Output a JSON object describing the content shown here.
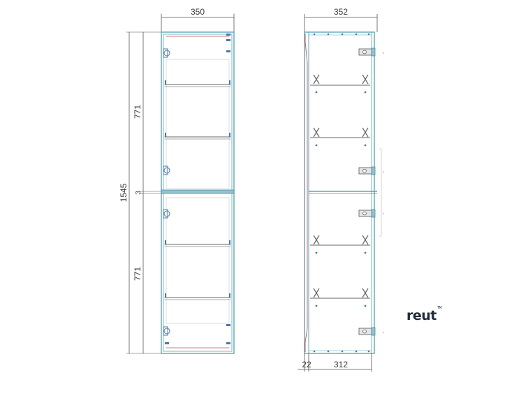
{
  "brand": {
    "logo_text": "reut",
    "logo_mark": "TM"
  },
  "front_view": {
    "width_label": "350",
    "total_height_label": "1545",
    "upper_section_label": "771",
    "lower_section_label": "771",
    "divider_label": "3"
  },
  "side_view": {
    "depth_label": "352",
    "door_depth_label": "22",
    "body_depth_label": "312"
  },
  "colors": {
    "line": "#3a3a3a",
    "outline": "#5aa7b8",
    "accent_red": "#d24a4a",
    "fixture": "#4a78a8"
  }
}
